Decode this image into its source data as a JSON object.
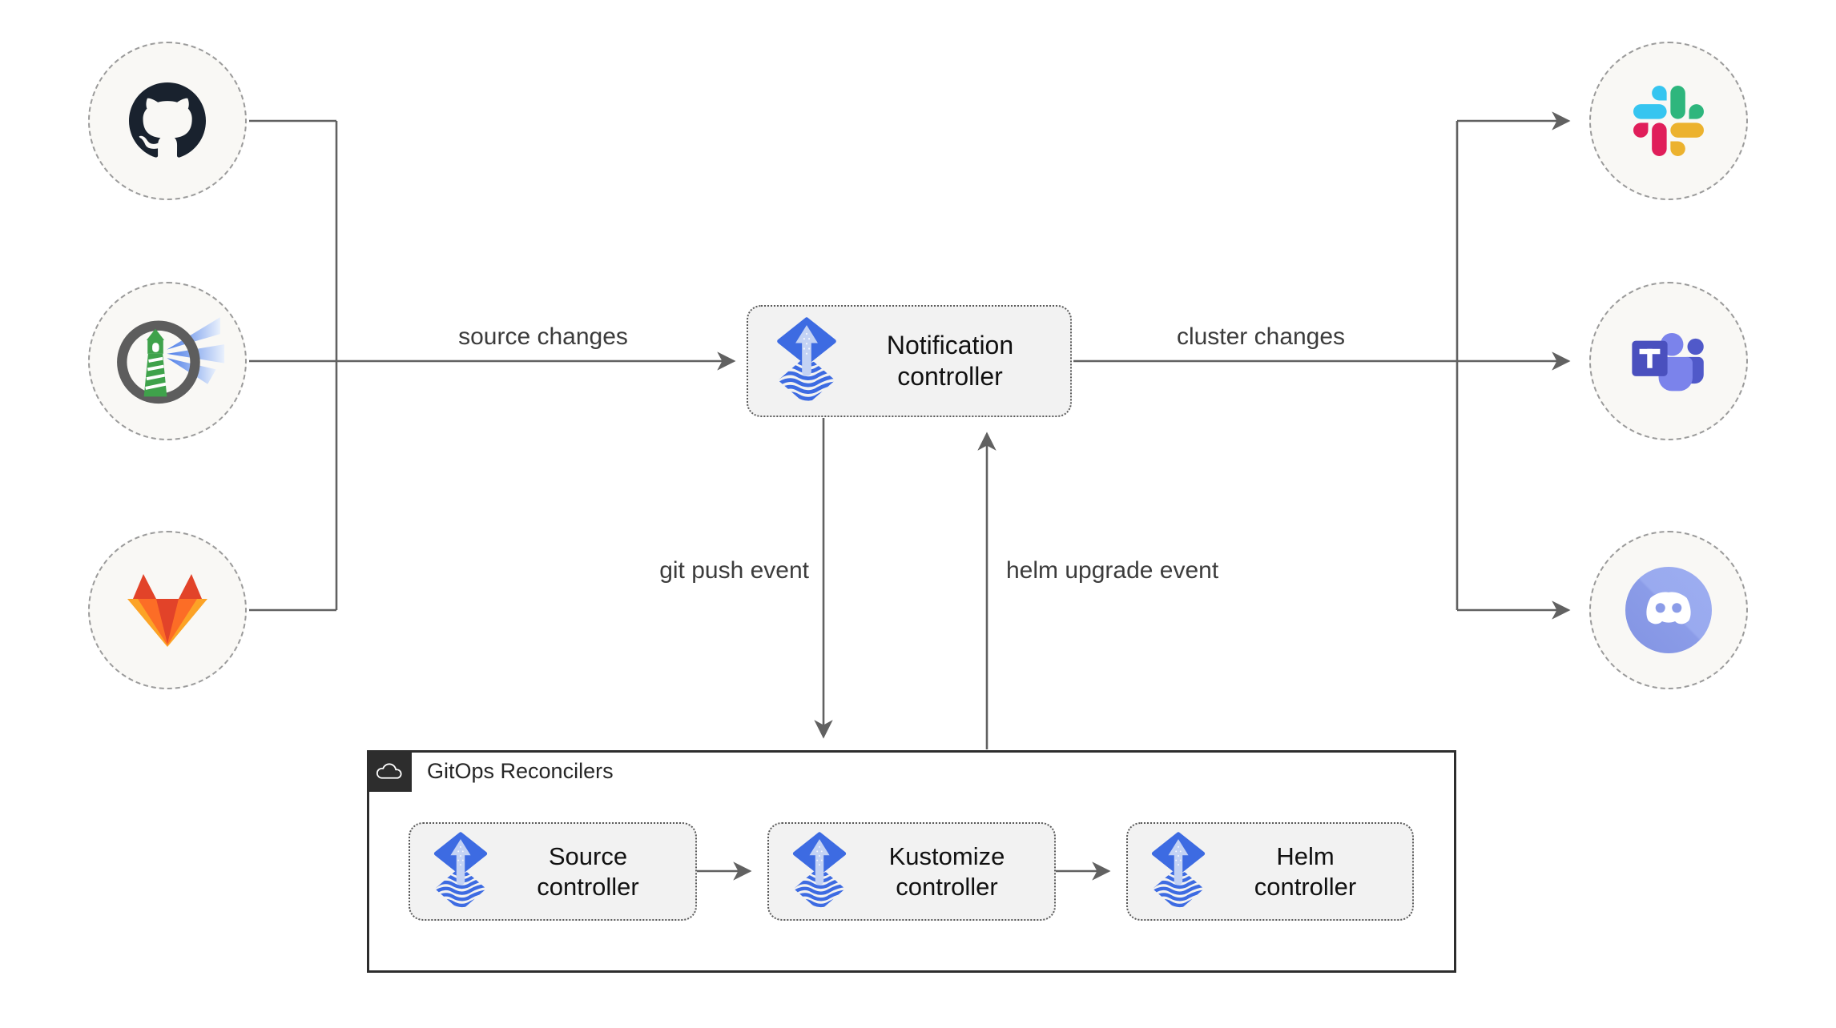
{
  "nodes": {
    "notification": {
      "label": "Notification controller",
      "icon": "flux-icon"
    },
    "source": {
      "label": "Source controller",
      "icon": "flux-icon"
    },
    "kustomize": {
      "label": "Kustomize controller",
      "icon": "flux-icon"
    },
    "helm": {
      "label": "Helm controller",
      "icon": "flux-icon"
    }
  },
  "group": {
    "label": "GitOps Reconcilers",
    "icon": "cloud-icon"
  },
  "edge_labels": {
    "source_changes": "source changes",
    "cluster_changes": "cluster changes",
    "git_push": "git push event",
    "helm_upgrade": "helm upgrade event"
  },
  "sources": [
    {
      "icon": "github-icon"
    },
    {
      "icon": "lighthouse-icon"
    },
    {
      "icon": "gitlab-icon"
    }
  ],
  "targets": [
    {
      "icon": "slack-icon"
    },
    {
      "icon": "teams-icon"
    },
    {
      "icon": "discord-icon"
    }
  ],
  "colors": {
    "flux_blue": "#3D6BE2",
    "flux_arrow_light": "#C3D2F4",
    "line_gray": "#616161",
    "node_fill": "#F2F2F2",
    "node_border": "#5A5A5A",
    "circle_fill": "#F9F8F5",
    "circle_border": "#9B9B9B",
    "container_border": "#2D2D2D",
    "github_dark": "#19222E",
    "lighthouse_green": "#3FA24B",
    "gitlab_palette": [
      "#E24329",
      "#FC6D26",
      "#FCA326"
    ],
    "slack_palette": [
      "#36C5F0",
      "#2EB67D",
      "#ECB22E",
      "#E01E5A"
    ],
    "teams_palette": [
      "#4A50BE",
      "#7B83EB",
      "#5059C9"
    ],
    "discord_blurple": "#8C9EE8"
  }
}
